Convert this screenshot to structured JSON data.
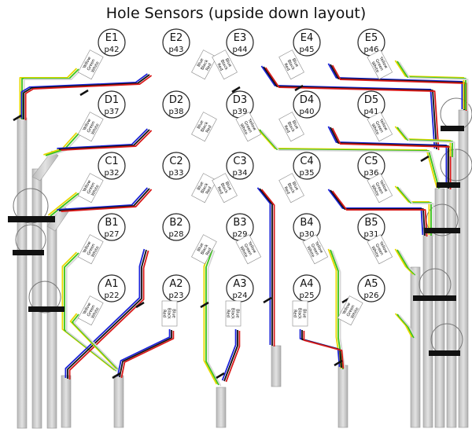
{
  "title": "Hole Sensors (upside down layout)",
  "wire_colors": {
    "yellow": "#e8d800",
    "green": "#39c21b",
    "white": "#d6d6d6",
    "blue": "#1a22d8",
    "black": "#111111",
    "red": "#d81a1a"
  },
  "wire_label_sets": {
    "ygw": [
      "Yellow",
      "Green",
      "White"
    ],
    "bbr": [
      "Blue",
      "Black",
      "Red"
    ]
  },
  "sensors": [
    {
      "id": "E1",
      "pin": "p42",
      "labels": "ygw"
    },
    {
      "id": "E2",
      "pin": "p43",
      "labels": "bbr"
    },
    {
      "id": "E3",
      "pin": "p44",
      "labels": "bbr"
    },
    {
      "id": "E4",
      "pin": "p45",
      "labels": "bbr"
    },
    {
      "id": "E5",
      "pin": "p46",
      "labels": "ygw"
    },
    {
      "id": "D1",
      "pin": "p37",
      "labels": "ygw"
    },
    {
      "id": "D2",
      "pin": "p38",
      "labels": "bbr"
    },
    {
      "id": "D3",
      "pin": "p39",
      "labels": "ygw"
    },
    {
      "id": "D4",
      "pin": "p40",
      "labels": "bbr"
    },
    {
      "id": "D5",
      "pin": "p41",
      "labels": "ygw"
    },
    {
      "id": "C1",
      "pin": "p32",
      "labels": "ygw"
    },
    {
      "id": "C2",
      "pin": "p33",
      "labels": "bbr"
    },
    {
      "id": "C3",
      "pin": "p34",
      "labels": "bbr"
    },
    {
      "id": "C4",
      "pin": "p35",
      "labels": "bbr"
    },
    {
      "id": "C5",
      "pin": "p36",
      "labels": "ygw"
    },
    {
      "id": "B1",
      "pin": "p27",
      "labels": "ygw"
    },
    {
      "id": "B2",
      "pin": "p28",
      "labels": "bbr"
    },
    {
      "id": "B3",
      "pin": "p29",
      "labels": "ygw"
    },
    {
      "id": "B4",
      "pin": "p30",
      "labels": "ygw"
    },
    {
      "id": "B5",
      "pin": "p31",
      "labels": "ygw"
    },
    {
      "id": "A1",
      "pin": "p22",
      "labels": "ygw"
    },
    {
      "id": "A2",
      "pin": "p23",
      "labels": "bbr"
    },
    {
      "id": "A3",
      "pin": "p24",
      "labels": "bbr"
    },
    {
      "id": "A4",
      "pin": "p25",
      "labels": "bbr"
    },
    {
      "id": "A5",
      "pin": "p26",
      "labels": "ygw"
    }
  ]
}
